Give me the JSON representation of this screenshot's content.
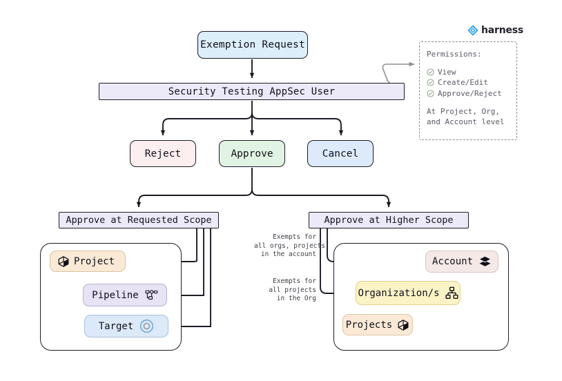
{
  "brand": {
    "name": "harness",
    "logo_icon": "harness-diamond-icon",
    "color": "#1f9bea"
  },
  "flow": {
    "start": {
      "label": "Exemption Request",
      "color": "#ddeefb"
    },
    "actor": {
      "label": "Security Testing AppSec User",
      "color": "#eceaf9"
    },
    "actions": [
      {
        "id": "reject",
        "label": "Reject",
        "color": "#fdeef0"
      },
      {
        "id": "approve",
        "label": "Approve",
        "color": "#e1f3e2"
      },
      {
        "id": "cancel",
        "label": "Cancel",
        "color": "#dceafb"
      }
    ],
    "scopes": [
      {
        "id": "requested",
        "label": "Approve at Requested Scope",
        "color": "#eceaf9"
      },
      {
        "id": "higher",
        "label": "Approve at Higher Scope",
        "color": "#eceaf9"
      }
    ]
  },
  "permissions": {
    "title": "Permissions:",
    "items": [
      {
        "label": "View",
        "icon": "check-circle-icon"
      },
      {
        "label": "Create/Edit",
        "icon": "check-circle-icon"
      },
      {
        "label": "Approve/Reject",
        "icon": "check-circle-icon"
      }
    ],
    "footer_line1": "At Project, Org,",
    "footer_line2": "and Account level"
  },
  "requested_scope_group": {
    "entities": [
      {
        "id": "project",
        "label": "Project",
        "icon": "cube-icon",
        "color": "#fae9d4"
      },
      {
        "id": "pipeline",
        "label": "Pipeline",
        "icon": "pipeline-icon",
        "color": "#e7e2f4"
      },
      {
        "id": "target",
        "label": "Target",
        "icon": "target-icon",
        "color": "#dbe9f8"
      }
    ]
  },
  "higher_scope_group": {
    "entities": [
      {
        "id": "account",
        "label": "Account",
        "icon": "layers-icon",
        "color": "#f4e9e7"
      },
      {
        "id": "org",
        "label": "Organization/s",
        "icon": "org-chart-icon",
        "color": "#fbf2c6"
      },
      {
        "id": "projects",
        "label": "Projects",
        "icon": "cube-icon",
        "color": "#fbe9d6"
      }
    ],
    "annotations": [
      {
        "id": "account-note",
        "text": "Exempts for\nall orgs, projects\nin the account"
      },
      {
        "id": "org-note",
        "text": "Exempts for\nall projects\nin the Org"
      }
    ]
  }
}
